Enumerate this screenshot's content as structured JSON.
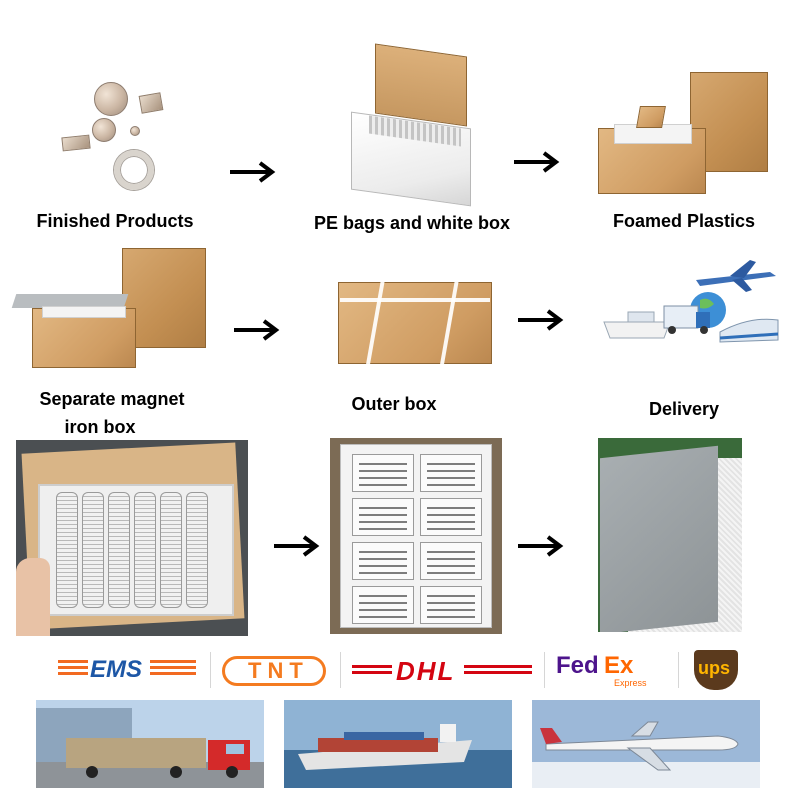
{
  "steps": {
    "finished_products": "Finished Products",
    "pe_bags_white_box": "PE bags and white box",
    "foamed_plastics": "Foamed Plastics",
    "separate_magnet_line1": "Separate magnet",
    "separate_magnet_line2": "iron box",
    "outer_box": "Outer box",
    "delivery": "Delivery"
  },
  "carriers": {
    "ems": "EMS",
    "tnt": "TNT",
    "dhl": "DHL",
    "fedex_fed": "Fed",
    "fedex_ex": "Ex",
    "fedex_sub": "Express",
    "ups": "ups"
  },
  "icons": [
    "arrow-right-icon",
    "truck-icon",
    "cargo-ship-icon",
    "airplane-icon",
    "magnet-disc-icon",
    "carton-box-icon"
  ],
  "colors": {
    "ems_orange": "#f26a21",
    "tnt_orange": "#f47b20",
    "dhl_red": "#d40511",
    "dhl_yellow": "#ffcc00",
    "fedex_purple": "#4d148c",
    "fedex_orange": "#ff6600",
    "ups_brown": "#5b3a1d",
    "ups_gold": "#ffb500"
  }
}
